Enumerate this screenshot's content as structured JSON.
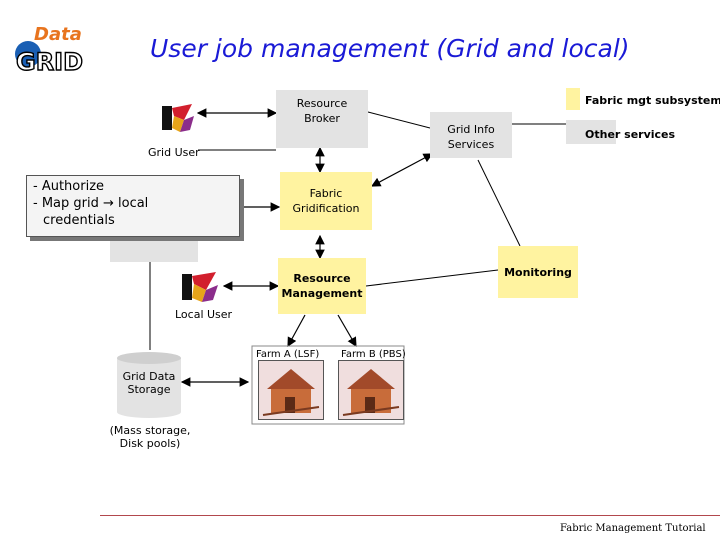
{
  "title": "User job management (Grid and local)",
  "logo": {
    "line1": "Data",
    "line2": "GRID"
  },
  "legend": {
    "fabric": "Fabric mgt subsystems",
    "other": "Other services"
  },
  "nodes": {
    "resource_broker": "Resource\nBroker",
    "grid_info": "Grid Info\nServices",
    "fabric_gridification": "Fabric\nGridification",
    "resource_management": "Resource\nManagement",
    "monitoring": "Monitoring",
    "grid_user": "Grid User",
    "local_user": "Local User",
    "farm_a": "Farm A (LSF)",
    "farm_b": "Farm B (PBS)",
    "storage": "Grid Data\nStorage",
    "storage_note": "(Mass storage,\nDisk pools)"
  },
  "popup": {
    "line1": "- Authorize",
    "line2": "- Map grid → local",
    "line3": "credentials"
  },
  "footer": "Fabric Management Tutorial",
  "colors": {
    "title": "#1a1ad6",
    "fabric_box": "#fff3a0",
    "other_box": "#e3e3e3",
    "footer_line": "#b2474d"
  }
}
